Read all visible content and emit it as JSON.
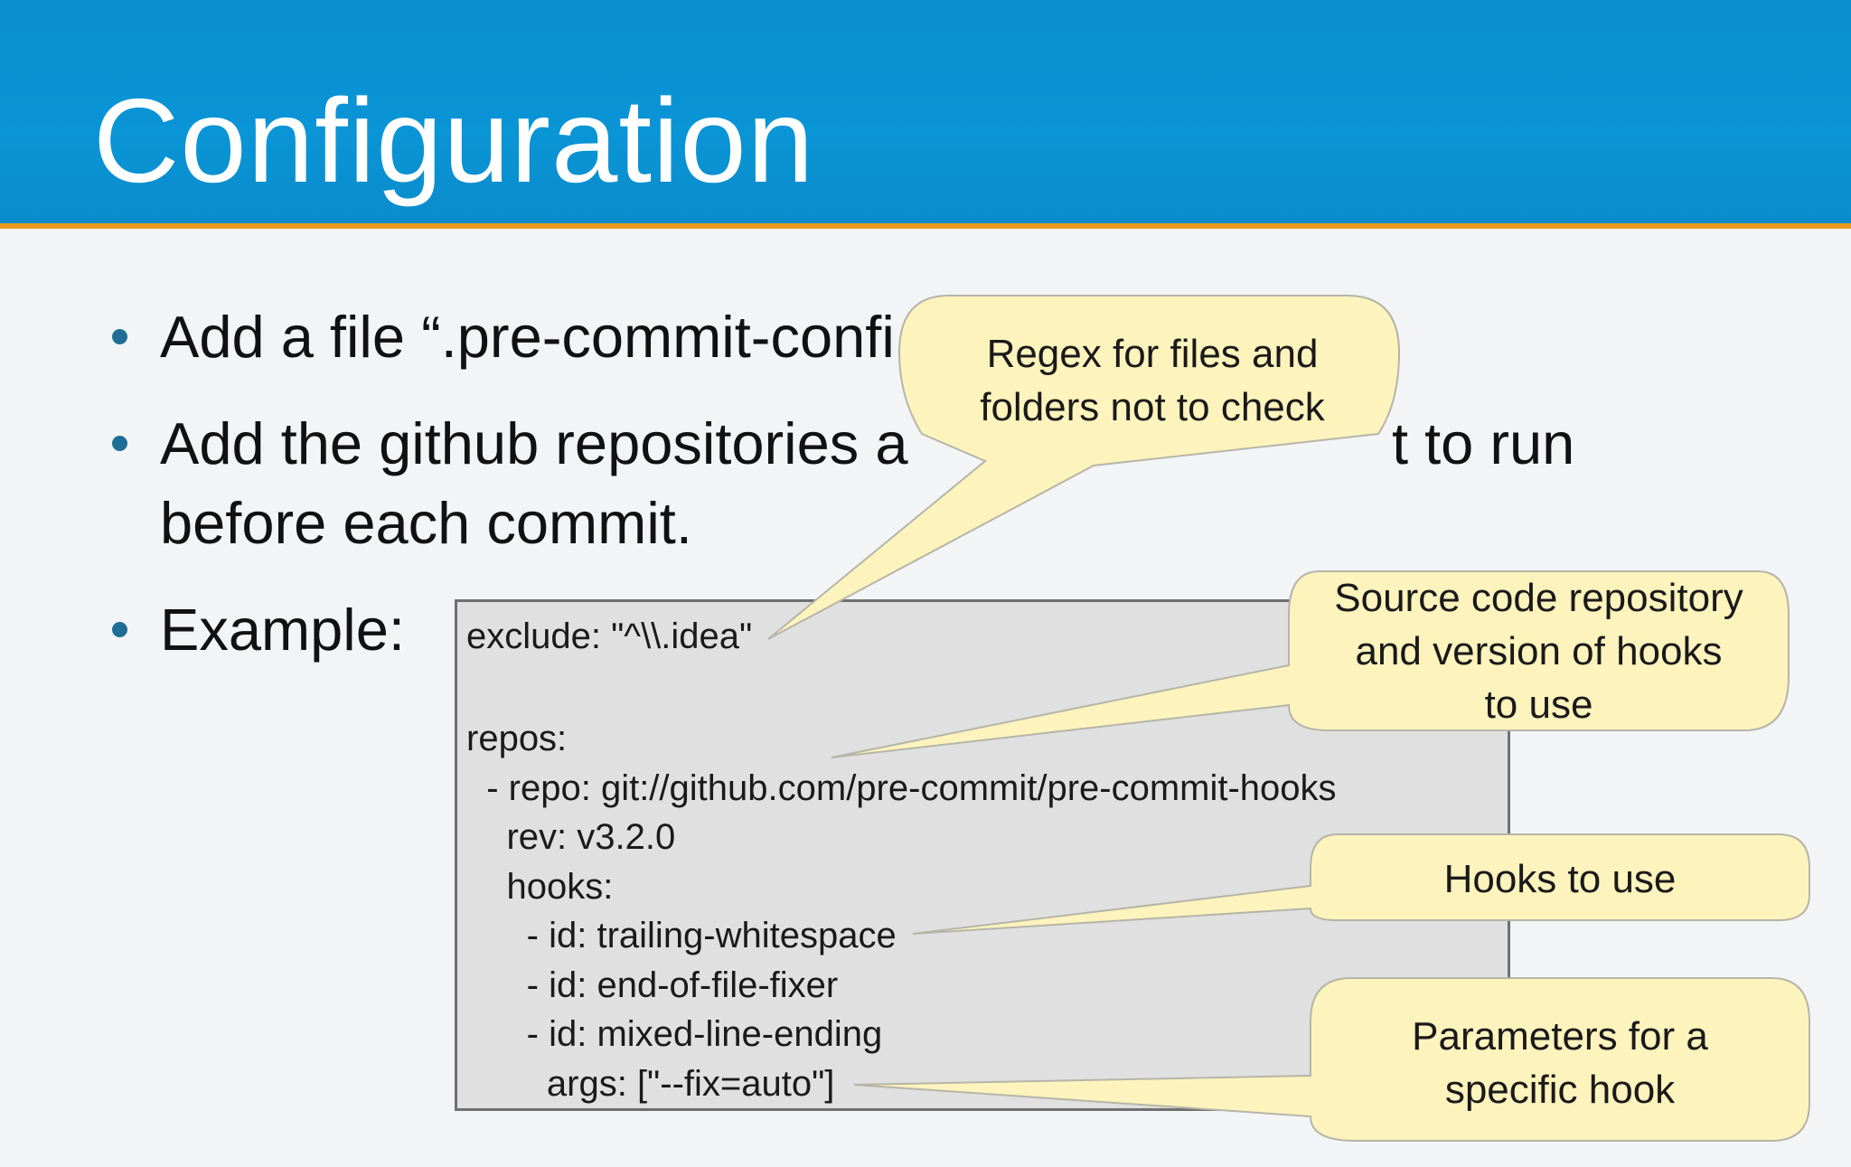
{
  "slide": {
    "title": "Configuration",
    "bullets": [
      {
        "lines": [
          "Add a file “.pre-commit-confi"
        ]
      },
      {
        "lines": [
          "Add the github repositories a",
          "t to run",
          "before each commit."
        ]
      },
      {
        "lines": [
          "Example:"
        ]
      }
    ],
    "code_lines": [
      "exclude: \"^\\\\.idea\"",
      "",
      "repos:",
      "  - repo: git://github.com/pre-commit/pre-commit-hooks",
      "    rev: v3.2.0",
      "    hooks:",
      "      - id: trailing-whitespace",
      "      - id: end-of-file-fixer",
      "      - id: mixed-line-ending",
      "        args: [\"--fix=auto\"]"
    ],
    "callouts": [
      {
        "lines": [
          "Regex for files and",
          "folders not to check"
        ]
      },
      {
        "lines": [
          "Source code repository",
          "and version of hooks",
          "to use"
        ]
      },
      {
        "lines": [
          "Hooks to use"
        ]
      },
      {
        "lines": [
          "Parameters for a",
          "specific hook"
        ]
      }
    ],
    "colors": {
      "header": "#0a92d3",
      "header_rule": "#e89a1e",
      "callout_fill": "#fdf3bd",
      "bullet": "#1e6e96"
    }
  }
}
